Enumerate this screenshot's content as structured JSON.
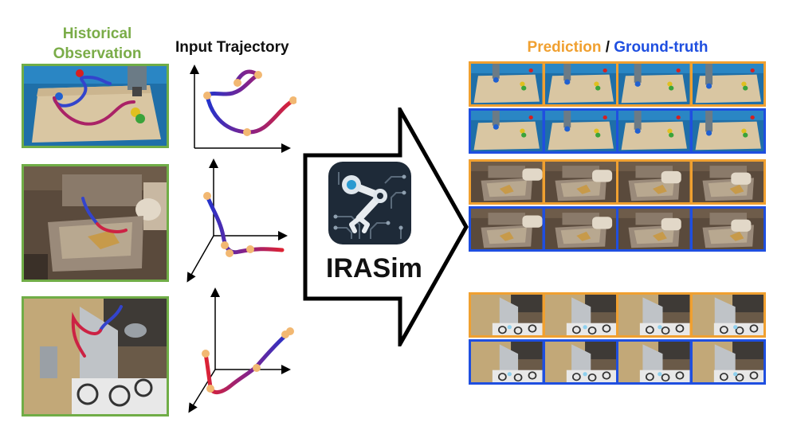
{
  "titles": {
    "historical_line1": "Historical",
    "historical_line2": "Observation",
    "input_trajectory": "Input Trajectory",
    "prediction": "Prediction",
    "separator": " / ",
    "ground_truth": "Ground-truth"
  },
  "model_name": "IRASim",
  "logo_icon": "robot-arm-circuit-icon",
  "colors": {
    "historical_green": "#70ad47",
    "prediction_orange": "#f0a030",
    "ground_truth_blue": "#1f4fe0",
    "trajectory_start_blue": "#2233cc",
    "trajectory_end_red": "#dd2233",
    "keypoint": "#f2b872"
  },
  "rows": [
    {
      "scene": "table-blocks",
      "prediction_frames": 4,
      "ground_truth_frames": 4
    },
    {
      "scene": "kitchen-drawer",
      "prediction_frames": 4,
      "ground_truth_frames": 4
    },
    {
      "scene": "stove-cabinet",
      "prediction_frames": 4,
      "ground_truth_frames": 4
    }
  ]
}
